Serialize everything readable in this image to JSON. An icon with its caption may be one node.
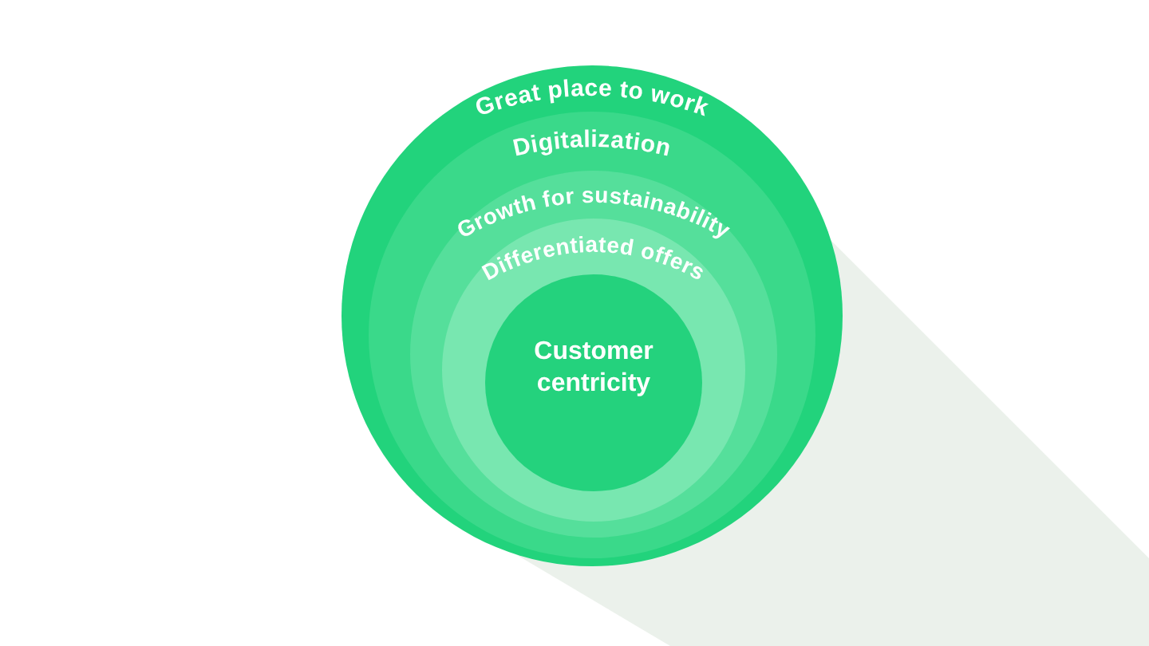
{
  "diagram": {
    "nodes": [
      {
        "text": [
          "Great place to work"
        ]
      },
      {
        "text": [
          "Digitalization"
        ],
        "in": 0
      },
      {
        "text": [
          "Growth for sustainability"
        ],
        "in": 1
      },
      {
        "text": [
          "Differentiated offers"
        ],
        "in": 2
      },
      {
        "text": [
          "Customer centricity"
        ],
        "in": 3
      }
    ]
  }
}
